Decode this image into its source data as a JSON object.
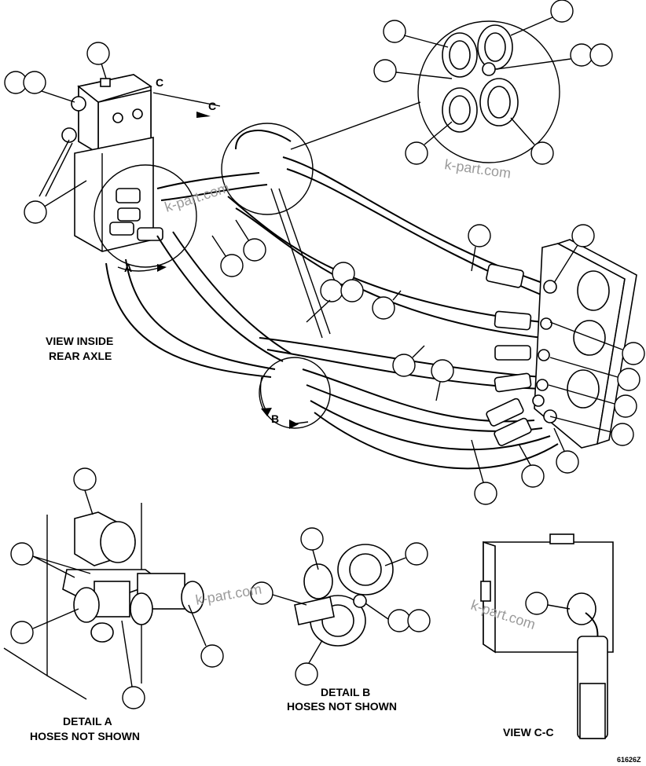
{
  "labels": {
    "view_inside_line1": "VIEW INSIDE",
    "view_inside_line2": "REAR AXLE",
    "detail_a_line1": "DETAIL A",
    "detail_a_line2": "HOSES NOT SHOWN",
    "detail_b_line1": "DETAIL B",
    "detail_b_line2": "HOSES NOT SHOWN",
    "view_cc": "VIEW C-C",
    "section_marker_c": "C",
    "view_marker_a": "A",
    "view_marker_b": "B",
    "figure_number": "61626Z"
  },
  "watermark": "k-part.com",
  "colors": {
    "line": "#000000",
    "shade": "#bdbdbd",
    "watermark": "#9a9a9a"
  }
}
